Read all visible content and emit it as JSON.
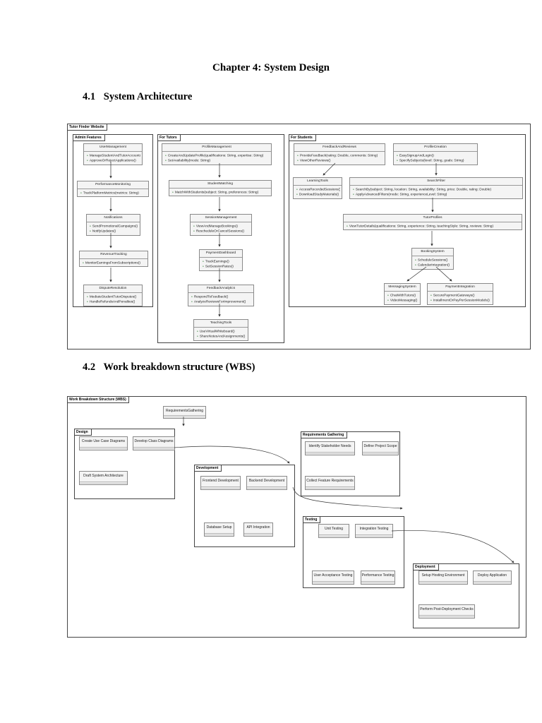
{
  "chapter_title": "Chapter 4: System Design",
  "sections": [
    {
      "number": "4.1",
      "title": "System Architecture"
    },
    {
      "number": "4.2",
      "title": "Work breakdown structure (WBS)"
    }
  ],
  "architecture": {
    "frame_title": "Tutor Finder Website",
    "packages": [
      {
        "title": "Admin Features",
        "classes": [
          {
            "name": "UserManagement",
            "methods": [
              "ManageStudentAndTutorAccounts()",
              "ApproveOrRejectApplications()"
            ]
          },
          {
            "name": "PerformanceMonitoring",
            "methods": [
              "TrackPlatformMetrics(metrics: String)"
            ]
          },
          {
            "name": "Notifications",
            "methods": [
              "SendPromotionalCampaigns()",
              "NotifyUpdates()"
            ]
          },
          {
            "name": "RevenueTracking",
            "methods": [
              "MonitorEarningsFromSubscriptions()"
            ]
          },
          {
            "name": "DisputeResolution",
            "methods": [
              "MediateStudentTutorDisputes()",
              "HandleRefundsAndPenalties()"
            ]
          }
        ]
      },
      {
        "title": "For Tutors",
        "classes": [
          {
            "name": "ProfileManagement",
            "methods": [
              "CreateAndUpdateProfile(qualifications: String, expertise: String)",
              "SetAvailability(mode: String)"
            ]
          },
          {
            "name": "StudentMatching",
            "methods": [
              "MatchWithStudents(subject: String, preferences: String)"
            ]
          },
          {
            "name": "SessionManagement",
            "methods": [
              "ViewAndManageBookings()",
              "RescheduleOrCancelSessions()"
            ]
          },
          {
            "name": "PaymentDashboard",
            "methods": [
              "TrackEarnings()",
              "SetSessionRates()"
            ]
          },
          {
            "name": "FeedbackAnalytics",
            "methods": [
              "RespondToFeedback()",
              "AnalyzeReviewsForImprovement()"
            ]
          },
          {
            "name": "TeachingTools",
            "methods": [
              "UseVirtualWhiteboard()",
              "ShareNotesAndAssignments()"
            ]
          }
        ]
      },
      {
        "title": "For Students",
        "classes": [
          {
            "name": "FeedbackAndReviews",
            "methods": [
              "ProvideFeedback(rating: Double, comments: String)",
              "ViewOtherReviews()"
            ]
          },
          {
            "name": "ProfileCreation",
            "methods": [
              "EasySignupAndLogin()",
              "SpecifySubjects(level: String, goals: String)"
            ]
          },
          {
            "name": "LearningTools",
            "methods": [
              "AccessRecordedSessions()",
              "DownloadStudyMaterials()"
            ]
          },
          {
            "name": "SearchFilter",
            "methods": [
              "SearchBy(subject: String, location: String, availability: String, price: Double, rating: Double)",
              "ApplyAdvancedFilters(mode: String, experienceLevel: String)"
            ]
          },
          {
            "name": "TutorProfiles",
            "methods": [
              "ViewTutorDetails(qualifications: String, experience: String, teachingStyle: String, reviews: String)"
            ]
          },
          {
            "name": "BookingSystem",
            "methods": [
              "ScheduleSessions()",
              "CalendarIntegration()"
            ]
          },
          {
            "name": "MessagingSystem",
            "methods": [
              "ChatWithTutors()",
              "VideoMessaging()"
            ]
          },
          {
            "name": "PaymentIntegration",
            "methods": [
              "SecurePaymentGateways()",
              "InstallmentOrPayPerSessionModels()"
            ]
          }
        ]
      }
    ]
  },
  "wbs": {
    "frame_title": "Work Breakdown Structure (WBS)",
    "root": "RequirementsGathering",
    "packages": [
      {
        "title": "Design",
        "items": [
          "Create Use Case Diagrams",
          "Develop Class Diagrams",
          "Draft System Architecture"
        ]
      },
      {
        "title": "Requirements Gathering",
        "items": [
          "Identify Stakeholder Needs",
          "Define Project Scope",
          "Collect Feature Requirements"
        ]
      },
      {
        "title": "Development",
        "items": [
          "Frontend Development",
          "Backend Development",
          "Database Setup",
          "API Integration"
        ]
      },
      {
        "title": "Testing",
        "items": [
          "Unit Testing",
          "Integration Testing",
          "User Acceptance Testing",
          "Performance Testing"
        ]
      },
      {
        "title": "Deployment",
        "items": [
          "Setup Hosting Environment",
          "Deploy Application",
          "Perform Post-Deployment Checks"
        ]
      }
    ]
  }
}
